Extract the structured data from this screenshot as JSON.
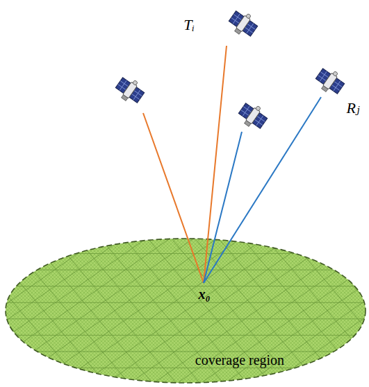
{
  "diagram": {
    "nodes": [
      {
        "text": [
          "coverage region"
        ]
      }
    ],
    "labels": [
      "Tᵢ",
      "Rⱼ",
      "x₀"
    ]
  }
}
